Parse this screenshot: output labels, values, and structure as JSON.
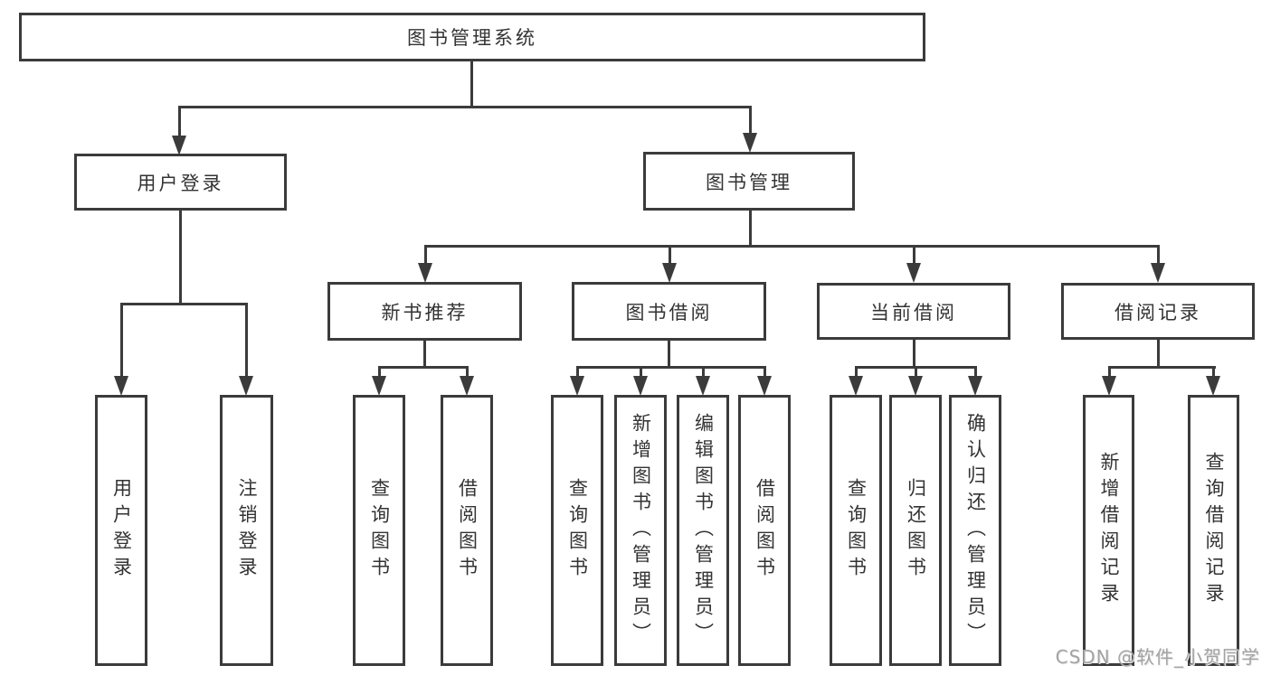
{
  "page": {
    "background": "#ffffff"
  },
  "colors": {
    "line": "#3b3b3b",
    "box_border": "#3b3b3b",
    "box_fill": "#ffffff",
    "text": "#333333",
    "watermark": "#a3a3a3"
  },
  "watermark": {
    "text": "CSDN @软件_小贺同学"
  },
  "tree": {
    "root": {
      "label": "图书管理系统"
    },
    "level2": [
      {
        "label": "用户登录",
        "parent": "图书管理系统"
      },
      {
        "label": "图书管理",
        "parent": "图书管理系统"
      }
    ],
    "level3": [
      {
        "label": "新书推荐",
        "parent": "图书管理"
      },
      {
        "label": "图书借阅",
        "parent": "图书管理"
      },
      {
        "label": "当前借阅",
        "parent": "图书管理"
      },
      {
        "label": "借阅记录",
        "parent": "图书管理"
      }
    ],
    "leaves": [
      {
        "label": "用户登录",
        "parent": "用户登录"
      },
      {
        "label": "注销登录",
        "parent": "用户登录"
      },
      {
        "label": "查询图书",
        "parent": "新书推荐"
      },
      {
        "label": "借阅图书",
        "parent": "新书推荐"
      },
      {
        "label": "查询图书",
        "parent": "图书借阅"
      },
      {
        "label": "新增图书（管理员）",
        "parent": "图书借阅"
      },
      {
        "label": "编辑图书（管理员）",
        "parent": "图书借阅"
      },
      {
        "label": "借阅图书",
        "parent": "图书借阅"
      },
      {
        "label": "查询图书",
        "parent": "当前借阅"
      },
      {
        "label": "归还图书",
        "parent": "当前借阅"
      },
      {
        "label": "确认归还（管理员）",
        "parent": "当前借阅"
      },
      {
        "label": "新增借阅记录",
        "parent": "借阅记录"
      },
      {
        "label": "查询借阅记录",
        "parent": "借阅记录"
      }
    ]
  }
}
